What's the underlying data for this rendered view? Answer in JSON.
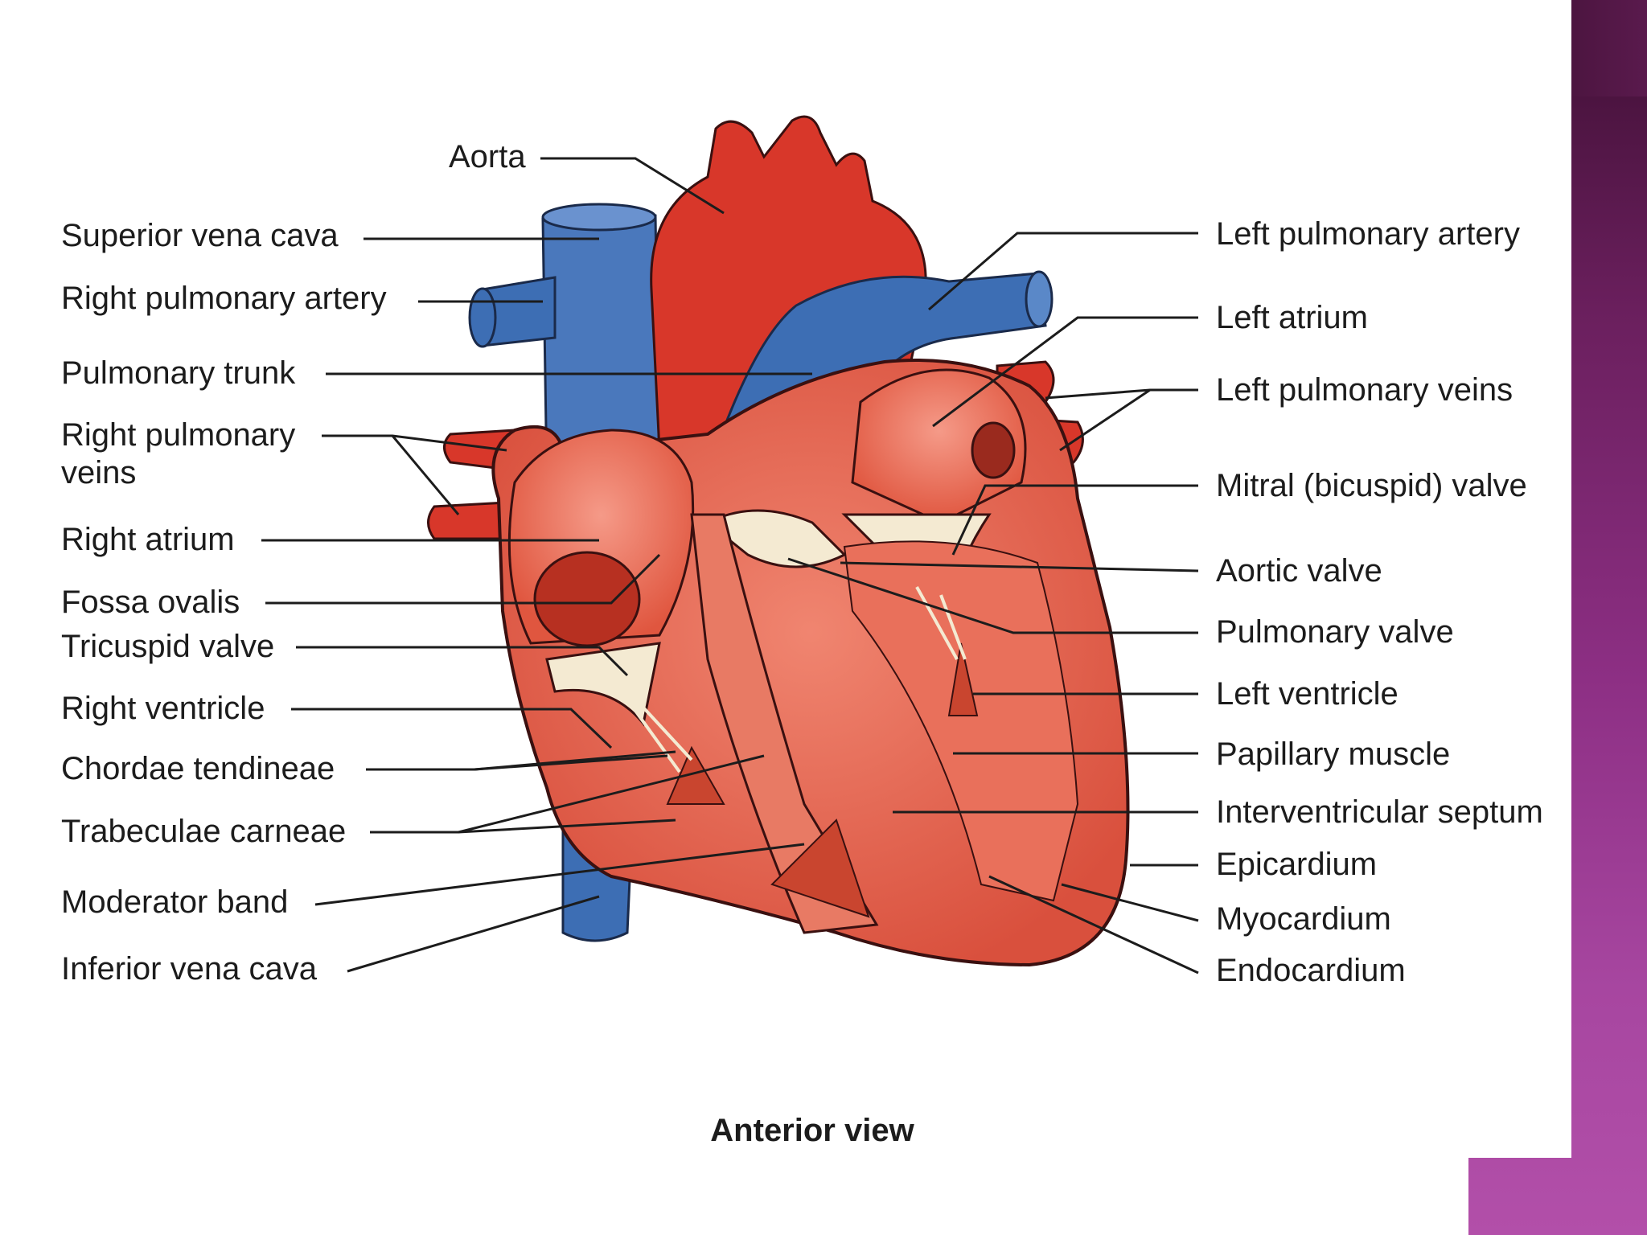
{
  "labels": {
    "aorta": "Aorta",
    "superior_vena_cava": "Superior vena cava",
    "right_pulmonary_artery": "Right pulmonary artery",
    "pulmonary_trunk": "Pulmonary trunk",
    "right_pulmonary_veins_line1": "Right pulmonary",
    "right_pulmonary_veins_line2": "veins",
    "right_atrium": "Right atrium",
    "fossa_ovalis": "Fossa ovalis",
    "tricuspid_valve": "Tricuspid valve",
    "right_ventricle": "Right ventricle",
    "chordae_tendineae": "Chordae tendineae",
    "trabeculae_carneae": "Trabeculae carneae",
    "moderator_band": "Moderator band",
    "inferior_vena_cava": "Inferior vena cava",
    "left_pulmonary_artery": "Left pulmonary artery",
    "left_atrium": "Left atrium",
    "left_pulmonary_veins": "Left pulmonary veins",
    "mitral_valve": "Mitral (bicuspid) valve",
    "aortic_valve": "Aortic valve",
    "pulmonary_valve": "Pulmonary valve",
    "left_ventricle": "Left ventricle",
    "papillary_muscle": "Papillary muscle",
    "interventricular_septum": "Interventricular septum",
    "epicardium": "Epicardium",
    "myocardium": "Myocardium",
    "endocardium": "Endocardium"
  },
  "caption": "Anterior view",
  "colors": {
    "artery_red": "#d8372a",
    "vein_blue": "#3d6eb4",
    "muscle": "#e86a55",
    "valve_cream": "#f4ead2",
    "accent_purple": "#8d2f84"
  }
}
